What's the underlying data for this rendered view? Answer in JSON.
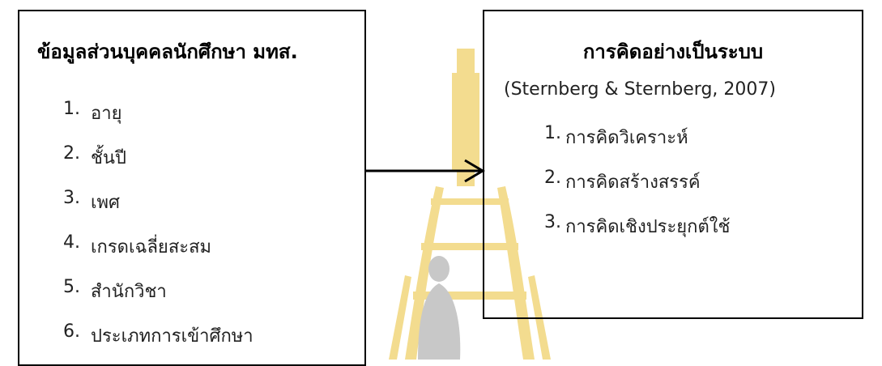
{
  "left_box": {
    "title": "ข้อมูลส่วนบุคคลนักศึกษา มทส.",
    "items": [
      {
        "num": "1.",
        "label": "อายุ"
      },
      {
        "num": "2.",
        "label": "ชั้นปี"
      },
      {
        "num": "3.",
        "label": "เพศ"
      },
      {
        "num": "4.",
        "label": "เกรดเฉลี่ยสะสม"
      },
      {
        "num": "5.",
        "label": "สำนักวิชา"
      },
      {
        "num": "6.",
        "label": "ประเภทการเข้าศึกษา"
      }
    ]
  },
  "right_box": {
    "title": "การคิดอย่างเป็นระบบ",
    "citation": "(Sternberg & Sternberg, 2007)",
    "items": [
      {
        "num": "1.",
        "label": "การคิดวิเคราะห์"
      },
      {
        "num": "2.",
        "label": "การคิดสร้างสรรค์"
      },
      {
        "num": "3.",
        "label": "การคิดเชิงประยุกต์ใช้"
      }
    ]
  },
  "colors": {
    "watermark_gold": "#f3dc8f",
    "watermark_gray": "#c8c8c8",
    "border": "#000000"
  }
}
